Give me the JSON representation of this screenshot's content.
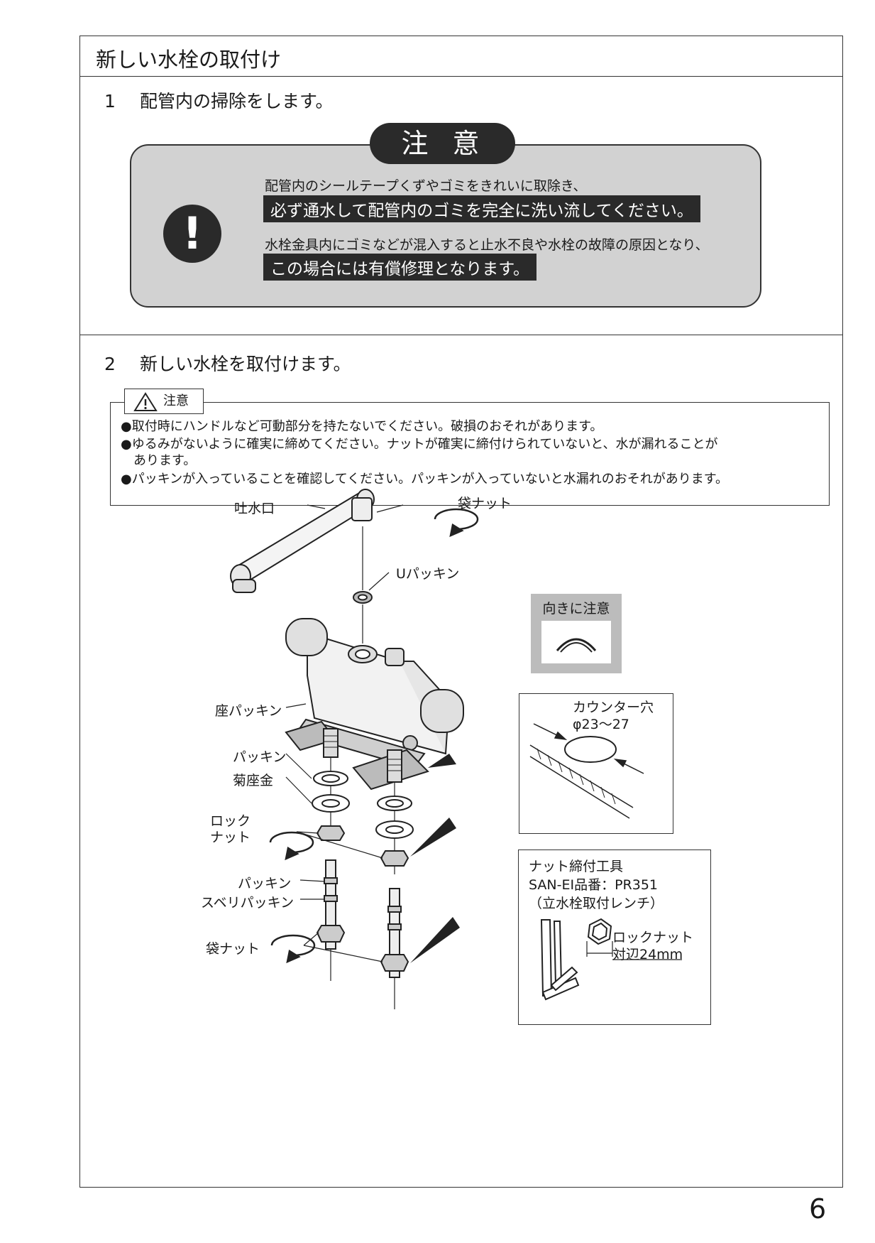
{
  "section_title": "新しい水栓の取付け",
  "step1": {
    "number": "1",
    "text": "配管内の掃除をします。"
  },
  "caution": {
    "pill": "注意",
    "icon": "exclamation-icon",
    "line1": "配管内のシールテープくずやゴミをきれいに取除き、",
    "highlight1": "必ず通水して配管内のゴミを完全に洗い流してください。",
    "line2": "水栓金具内にゴミなどが混入すると止水不良や水栓の故障の原因となり、",
    "highlight2": "この場合には有償修理となります。"
  },
  "step2": {
    "number": "2",
    "text": "新しい水栓を取付けます。"
  },
  "note": {
    "tag": "注意",
    "icon": "warning-triangle-icon",
    "bullets": [
      "●取付時にハンドルなど可動部分を持たないでください。破損のおそれがあります。",
      "●ゆるみがないように確実に締めてください。ナットが確実に締付けられていないと、水が漏れることが",
      "　あります。",
      "●パッキンが入っていることを確認してください。パッキンが入っていないと水漏れのおそれがあります。"
    ]
  },
  "diagram": {
    "spout": "吐水口",
    "cap_nut_top": "袋ナット",
    "u_packing": "Uパッキン",
    "orientation_note": "向きに注意",
    "counter_hole_title": "カウンター穴",
    "counter_hole_size": "φ23〜27",
    "seat_packing": "座パッキン",
    "packing1": "パッキン",
    "chrysanthemum_washer": "菊座金",
    "lock_nut_line1": "ロック",
    "lock_nut_line2": "ナット",
    "packing2": "パッキン",
    "slip_packing": "スベリパッキン",
    "cap_nut_bottom": "袋ナット",
    "tool_title": "ナット締付工具",
    "tool_part": "SAN-EI品番：PR351",
    "tool_name": "（立水栓取付レンチ）",
    "lock_nut_label": "ロックナット",
    "lock_nut_size": "対辺24mm"
  },
  "page_number": "6"
}
